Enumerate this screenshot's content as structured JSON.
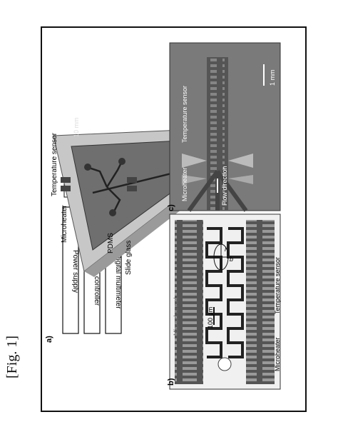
{
  "figure_label": "[Fig. 1]",
  "panels": {
    "a": {
      "label": "a)",
      "boxes": [
        "Power supply",
        "Temperature controller",
        "Digital multimeter"
      ],
      "labels": {
        "microheater": "Microheater",
        "temperature_sensor": "Temperature sensor",
        "pdms": "PDMS",
        "slide_glass": "Slide glass",
        "scale": "10 mm"
      }
    },
    "b": {
      "label": "b)",
      "labels": {
        "microchannel": "Microchannel",
        "scale": "100 μm",
        "microheater": "Microheater",
        "temperature_sensor": "Temperature sensor",
        "l": "l",
        "b": "b"
      }
    },
    "c": {
      "label": "c)",
      "labels": {
        "microheater": "Microheater",
        "temperature_sensor": "Temperature sensor",
        "flow_direction": "Flow direction",
        "scale": "1 mm"
      }
    }
  },
  "colors": {
    "frame": "#111111",
    "panel_gray": "#7a7a7a",
    "dark_gray": "#3c3c3c"
  }
}
